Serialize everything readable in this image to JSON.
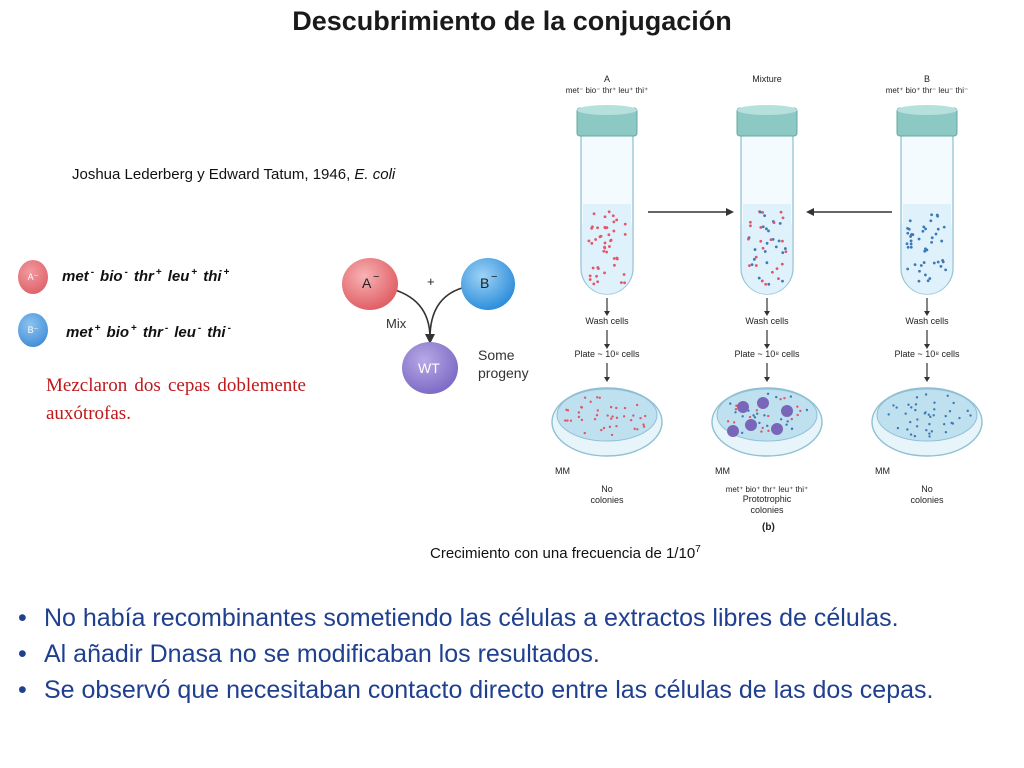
{
  "title": "Descubrimiento de la conjugación",
  "subtitle": {
    "text": "Joshua Lederberg y Edward Tatum, 1946,",
    "species": "E. coli"
  },
  "strains": [
    {
      "label": "A⁻",
      "color": "#e46a6e",
      "genes": [
        {
          "name": "met",
          "sign": "-"
        },
        {
          "name": "bio",
          "sign": "-"
        },
        {
          "name": "thr",
          "sign": "+"
        },
        {
          "name": "leu",
          "sign": "+"
        },
        {
          "name": "thi",
          "sign": "+"
        }
      ]
    },
    {
      "label": "B⁻",
      "color": "#3f8fd6",
      "genes": [
        {
          "name": "met",
          "sign": "+"
        },
        {
          "name": "bio",
          "sign": "+"
        },
        {
          "name": "thr",
          "sign": "-"
        },
        {
          "name": "leu",
          "sign": "-"
        },
        {
          "name": "thi",
          "sign": "-"
        }
      ]
    }
  ],
  "note": "Mezclaron dos cepas doblemente auxótrofas.",
  "cross_diagram": {
    "a_label": "A",
    "b_label": "B",
    "plus": "+",
    "mix": "Mix",
    "wt": "WT",
    "progeny_line1": "Some",
    "progeny_line2": "progeny"
  },
  "experiment": {
    "columns": [
      {
        "header": "A",
        "genotype": "met⁻ bio⁻ thr⁺ leu⁺ thi⁺",
        "wash": "Wash cells",
        "plate": "Plate ~ 10⁸ cells",
        "medium": "MM",
        "result_line1": "No",
        "result_line2": "colonies",
        "result_genotype": "",
        "color": "#e0566a"
      },
      {
        "header": "Mixture",
        "genotype": "",
        "wash": "Wash cells",
        "plate": "Plate ~ 10⁸ cells",
        "medium": "MM",
        "result_line1": "Prototrophic",
        "result_line2": "colonies",
        "result_genotype": "met⁺ bio⁺ thr⁺ leu⁺ thi⁺",
        "color": "#7a66b8"
      },
      {
        "header": "B",
        "genotype": "met⁺ bio⁺ thr⁻ leu⁻ thi⁻",
        "wash": "Wash cells",
        "plate": "Plate ~ 10⁸ cells",
        "medium": "MM",
        "result_line1": "No",
        "result_line2": "colonies",
        "result_genotype": "",
        "color": "#3d79b8"
      }
    ],
    "panel_label": "(b)"
  },
  "growth_caption": {
    "text": "Crecimiento con una frecuencia de 1/10",
    "exp": "7"
  },
  "bullets": [
    "No había recombinantes sometiendo las células a extractos libres de células.",
    "Al añadir Dnasa no se modificaban los resultados.",
    "Se observó que necesitaban contacto directo entre las células de las dos cepas."
  ],
  "colors": {
    "title": "#1a1a1a",
    "note": "#c0171b",
    "bullets": "#1f3f8f",
    "tube_cap": "#8cc8c4",
    "tube_liquid": "#dff1fa",
    "plate": "#bfe1ef"
  }
}
